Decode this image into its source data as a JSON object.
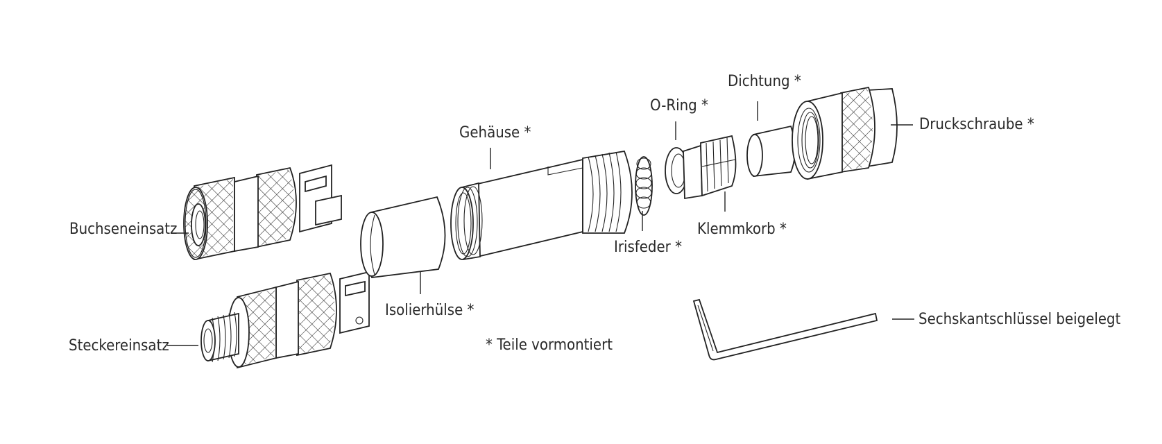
{
  "labels": {
    "buchseneinsatz": "Buchseneinsatz",
    "steckereinsatz": "Steckereinsatz",
    "isolierhuelse": "Isolierhülse *",
    "gehaeuse": "Gehäuse *",
    "irisfeder": "Irisfeder *",
    "o_ring": "O-Ring *",
    "klemmkorb": "Klemmkorb *",
    "dichtung": "Dichtung *",
    "druckschraube": "Druckschraube *",
    "sechskantschluessel": "Sechskantschlüssel beigelegt",
    "note": "* Teile vormontiert"
  }
}
